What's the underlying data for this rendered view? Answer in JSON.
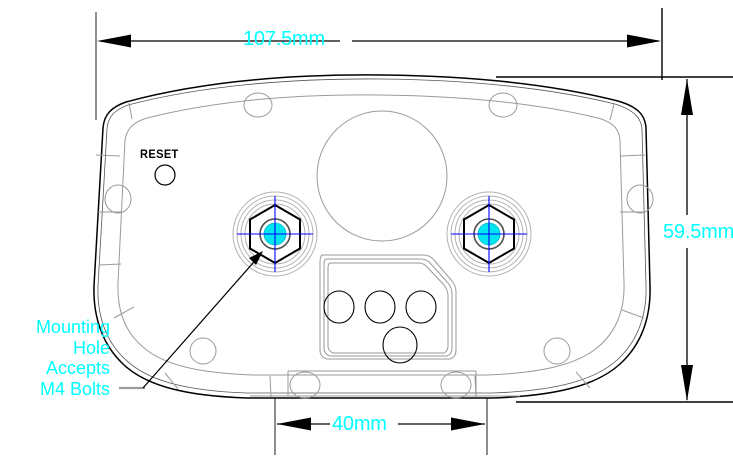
{
  "drawing": {
    "title": "Device rear panel mechanical drawing",
    "view": "rear-view",
    "units": "mm",
    "colors": {
      "dimension_text": "#00ffff",
      "outline": "#000000",
      "detail_line": "#9a9a9a",
      "hole_fill": "#00e5ee",
      "centerline": "#0000ff",
      "extension_line": "#808080"
    }
  },
  "dimensions": {
    "width": {
      "label": "107.5mm",
      "value": 107.5,
      "orientation": "horizontal",
      "placement": "top"
    },
    "height": {
      "label": "59.5mm",
      "value": 59.5,
      "orientation": "vertical",
      "placement": "right"
    },
    "hole_spacing": {
      "label": "40mm",
      "value": 40,
      "orientation": "horizontal",
      "placement": "bottom"
    }
  },
  "callouts": {
    "mounting_hole": {
      "lines": [
        "Mounting",
        "Hole",
        "Accepts",
        "M4 Bolts"
      ],
      "text": "Mounting\nHole\nAccepts\nM4 Bolts"
    }
  },
  "labels": {
    "reset": "RESET"
  },
  "features": {
    "reset_button": {
      "name": "reset-hole",
      "shape": "circle"
    },
    "speaker_circle": {
      "name": "large-circle",
      "shape": "circle"
    },
    "connector_recess": {
      "name": "connector-recess",
      "shape": "rounded-octagon"
    },
    "connector_holes": [
      {
        "name": "connector-hole-left"
      },
      {
        "name": "connector-hole-center"
      },
      {
        "name": "connector-hole-right"
      },
      {
        "name": "connector-hole-bottom"
      }
    ],
    "mounting_holes": [
      {
        "name": "mounting-hole-left",
        "accepts": "M4 Bolts"
      },
      {
        "name": "mounting-hole-right",
        "accepts": "M4 Bolts"
      }
    ]
  }
}
